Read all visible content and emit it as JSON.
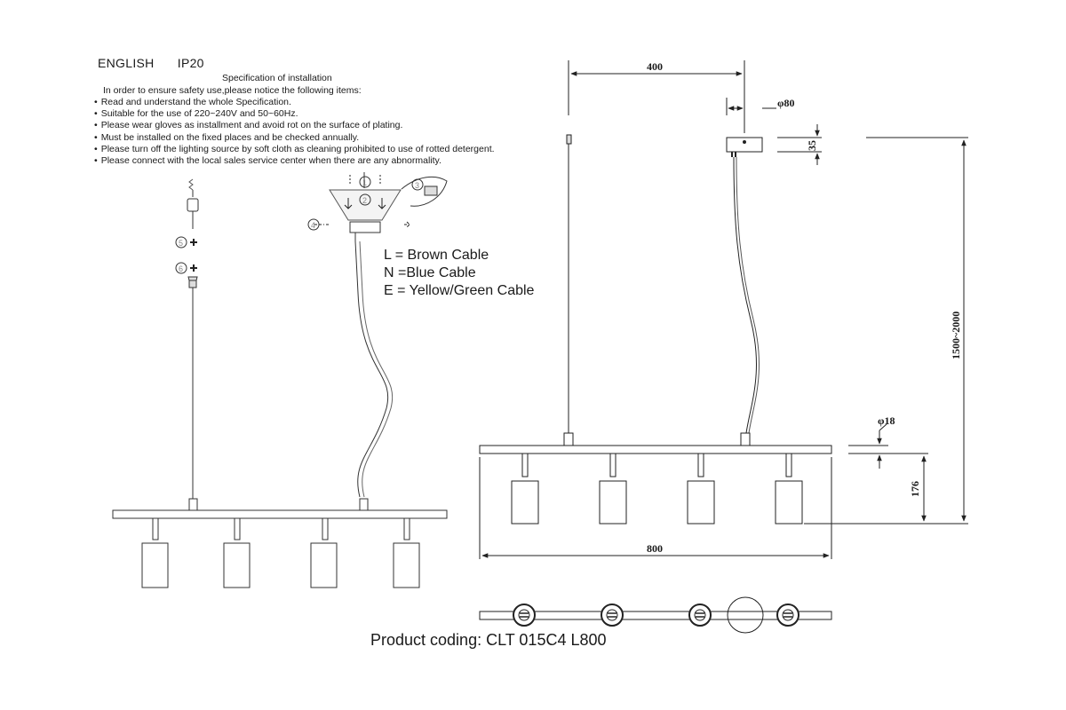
{
  "header": {
    "language": "ENGLISH",
    "rating": "IP20"
  },
  "spec": {
    "title": "Specification of installation",
    "intro": "In order to ensure safety use,please notice the following items:",
    "items": [
      "Read and understand the whole Specification.",
      "Suitable for the use of 220~240V and 50~60Hz.",
      "Please wear gloves as installment and avoid rot on the surface of plating.",
      "Must be installed on the fixed places and be checked annually.",
      "Please turn off the lighting source by soft cloth as cleaning prohibited to use of rotted detergent.",
      "Please connect with the local sales service center when there are any abnormality."
    ]
  },
  "legend": {
    "brown": "L = Brown Cable",
    "blue": "N =Blue Cable",
    "yellow": "E = Yellow/Green Cable"
  },
  "steps": [
    "1",
    "2",
    "3",
    "4",
    "5",
    "6"
  ],
  "dimensions": {
    "offset": "400",
    "canopy_diameter": "φ80",
    "canopy_height": "35",
    "drop": "1500~2000",
    "bar_diameter": "φ18",
    "shade_height": "176",
    "length": "800"
  },
  "product": {
    "coding": "Product coding: CLT 015C4 L800"
  }
}
